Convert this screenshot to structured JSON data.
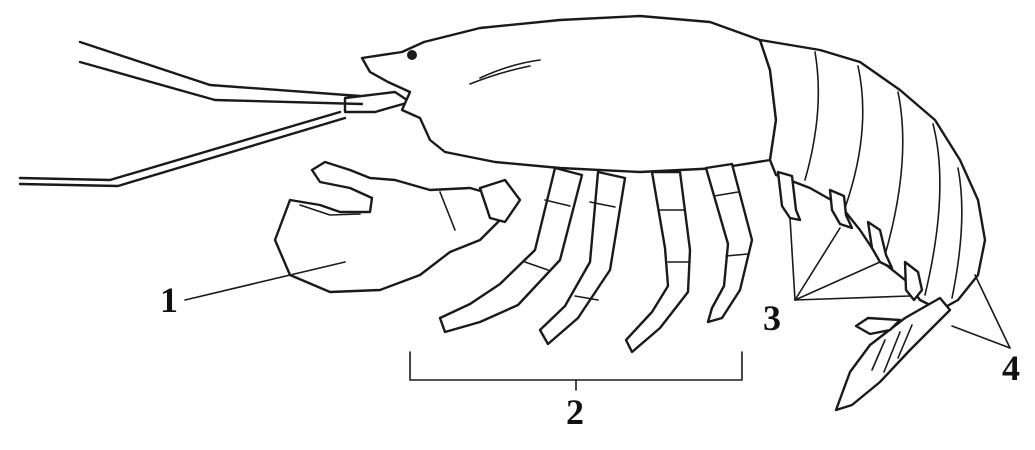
{
  "labels": {
    "claw": "1",
    "walking_legs": "2",
    "swimmerets": "3",
    "tail": "4"
  }
}
